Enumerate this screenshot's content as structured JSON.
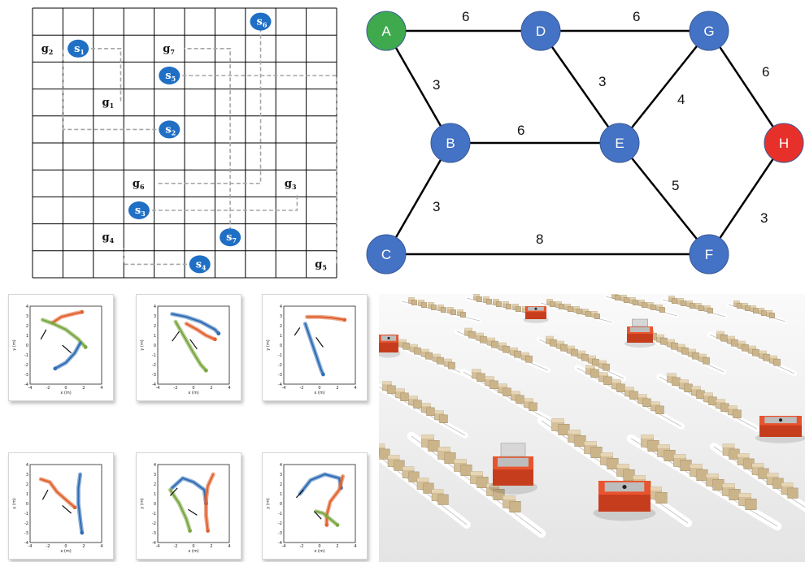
{
  "grid_panel": {
    "rows": 10,
    "cols": 10,
    "starts": [
      {
        "label": "s",
        "sub": "1",
        "col": 1,
        "row": 1
      },
      {
        "label": "s",
        "sub": "2",
        "col": 4,
        "row": 4
      },
      {
        "label": "s",
        "sub": "3",
        "col": 3,
        "row": 7
      },
      {
        "label": "s",
        "sub": "4",
        "col": 5,
        "row": 9
      },
      {
        "label": "s",
        "sub": "5",
        "col": 4,
        "row": 2
      },
      {
        "label": "s",
        "sub": "6",
        "col": 7,
        "row": 0
      },
      {
        "label": "s",
        "sub": "7",
        "col": 6,
        "row": 8
      }
    ],
    "goals": [
      {
        "label": "g",
        "sub": "1",
        "col": 2,
        "row": 3
      },
      {
        "label": "g",
        "sub": "2",
        "col": 0,
        "row": 1
      },
      {
        "label": "g",
        "sub": "3",
        "col": 8,
        "row": 6
      },
      {
        "label": "g",
        "sub": "4",
        "col": 2,
        "row": 8
      },
      {
        "label": "g",
        "sub": "5",
        "col": 9,
        "row": 9
      },
      {
        "label": "g",
        "sub": "6",
        "col": 3,
        "row": 6
      },
      {
        "label": "g",
        "sub": "7",
        "col": 4,
        "row": 1
      }
    ],
    "colors": {
      "start_fill": "#1f6fc5",
      "path": "#a6a6a6",
      "grid": "#000000"
    }
  },
  "graph_panel": {
    "nodes": [
      {
        "id": "A",
        "color": "#3fa94e"
      },
      {
        "id": "D",
        "color": "#4472c4"
      },
      {
        "id": "G",
        "color": "#4472c4"
      },
      {
        "id": "B",
        "color": "#4472c4"
      },
      {
        "id": "E",
        "color": "#4472c4"
      },
      {
        "id": "H",
        "color": "#e8302a"
      },
      {
        "id": "C",
        "color": "#4472c4"
      },
      {
        "id": "F",
        "color": "#4472c4"
      }
    ],
    "edges": [
      {
        "from": "A",
        "to": "D",
        "weight": "6"
      },
      {
        "from": "D",
        "to": "G",
        "weight": "6"
      },
      {
        "from": "A",
        "to": "B",
        "weight": "3"
      },
      {
        "from": "D",
        "to": "E",
        "weight": "3"
      },
      {
        "from": "G",
        "to": "E",
        "weight": "4"
      },
      {
        "from": "G",
        "to": "H",
        "weight": "6"
      },
      {
        "from": "B",
        "to": "E",
        "weight": "6"
      },
      {
        "from": "B",
        "to": "C",
        "weight": "3"
      },
      {
        "from": "E",
        "to": "F",
        "weight": "5"
      },
      {
        "from": "H",
        "to": "F",
        "weight": "3"
      },
      {
        "from": "C",
        "to": "F",
        "weight": "8"
      }
    ]
  },
  "trajectory_plots": {
    "xlabel": "x (m)",
    "ylabel": "y (m)",
    "ticks": [
      "-4",
      "-2",
      "0",
      "2",
      "4"
    ],
    "yticks": [
      "4",
      "3",
      "2",
      "1",
      "0",
      "-1",
      "-2",
      "-3",
      "-4"
    ],
    "colors": {
      "blue": "#2f6db5",
      "orange": "#e0622f",
      "green": "#7aa640"
    },
    "plots": [
      {
        "series": [
          {
            "color": "orange",
            "pts": [
              [
                -1.5,
                2.3
              ],
              [
                -0.5,
                2.9
              ],
              [
                0.8,
                3.2
              ],
              [
                1.8,
                3.4
              ]
            ]
          },
          {
            "color": "green",
            "pts": [
              [
                -2.6,
                2.6
              ],
              [
                -1.4,
                2.2
              ],
              [
                0,
                1.6
              ],
              [
                1.4,
                0.6
              ],
              [
                2.2,
                -0.2
              ]
            ]
          },
          {
            "color": "blue",
            "pts": [
              [
                1.6,
                0.2
              ],
              [
                1.0,
                -0.8
              ],
              [
                0,
                -1.8
              ],
              [
                -1.2,
                -2.4
              ]
            ]
          }
        ],
        "bars": [
          [
            [
              -2.2,
              1.6
            ],
            [
              -2.8,
              0.6
            ]
          ],
          [
            [
              -0.4,
              0.0
            ],
            [
              0.6,
              -0.8
            ]
          ]
        ]
      },
      {
        "series": [
          {
            "color": "blue",
            "pts": [
              [
                -2.4,
                3.2
              ],
              [
                -0.8,
                2.9
              ],
              [
                0.8,
                2.4
              ],
              [
                2.4,
                1.6
              ],
              [
                2.8,
                1.2
              ]
            ]
          },
          {
            "color": "orange",
            "pts": [
              [
                -0.8,
                2.2
              ],
              [
                0.4,
                1.6
              ],
              [
                1.4,
                1.0
              ],
              [
                2.4,
                0.6
              ]
            ]
          },
          {
            "color": "green",
            "pts": [
              [
                -2.0,
                2.4
              ],
              [
                -1.0,
                0.8
              ],
              [
                0,
                -0.8
              ],
              [
                0.8,
                -2.0
              ],
              [
                1.4,
                -2.6
              ]
            ]
          }
        ],
        "bars": [
          [
            [
              -1.6,
              1.4
            ],
            [
              -2.4,
              0.4
            ]
          ],
          [
            [
              -0.4,
              0.6
            ],
            [
              0.4,
              -0.4
            ]
          ]
        ]
      },
      {
        "series": [
          {
            "color": "orange",
            "pts": [
              [
                -1.4,
                2.9
              ],
              [
                0,
                2.9
              ],
              [
                1.4,
                2.8
              ],
              [
                2.8,
                2.6
              ]
            ]
          },
          {
            "color": "blue",
            "pts": [
              [
                -1.6,
                2.2
              ],
              [
                -1.0,
                0.6
              ],
              [
                -0.4,
                -1.0
              ],
              [
                0.2,
                -2.6
              ],
              [
                0.4,
                -3.0
              ]
            ]
          }
        ],
        "bars": [
          [
            [
              -2.2,
              1.8
            ],
            [
              -2.8,
              1.0
            ]
          ],
          [
            [
              -0.4,
              0.8
            ],
            [
              0.4,
              -0.2
            ]
          ]
        ]
      },
      {
        "series": [
          {
            "color": "orange",
            "pts": [
              [
                -2.8,
                2.5
              ],
              [
                -1.8,
                2.2
              ],
              [
                -1.0,
                1.2
              ],
              [
                0,
                0.4
              ],
              [
                1.0,
                -0.4
              ]
            ]
          },
          {
            "color": "blue",
            "pts": [
              [
                1.6,
                3.0
              ],
              [
                1.4,
                1.6
              ],
              [
                1.4,
                0
              ],
              [
                1.6,
                -1.6
              ],
              [
                1.8,
                -3.0
              ]
            ]
          }
        ],
        "bars": [
          [
            [
              -2.0,
              1.4
            ],
            [
              -2.6,
              0.4
            ]
          ],
          [
            [
              -0.4,
              -0.2
            ],
            [
              0.6,
              -1.0
            ]
          ]
        ]
      },
      {
        "series": [
          {
            "color": "blue",
            "pts": [
              [
                -2.4,
                1.6
              ],
              [
                -1.2,
                2.6
              ],
              [
                0,
                2.2
              ],
              [
                1.2,
                1.4
              ],
              [
                1.4,
                0
              ]
            ]
          },
          {
            "color": "green",
            "pts": [
              [
                -2.6,
                1.4
              ],
              [
                -1.6,
                0
              ],
              [
                -0.8,
                -1.6
              ],
              [
                -0.4,
                -2.8
              ]
            ]
          },
          {
            "color": "orange",
            "pts": [
              [
                2.2,
                3.0
              ],
              [
                1.6,
                1.8
              ],
              [
                1.4,
                0.4
              ],
              [
                1.4,
                -1.2
              ],
              [
                1.6,
                -2.8
              ]
            ]
          }
        ],
        "bars": [
          [
            [
              -1.8,
              1.6
            ],
            [
              -2.6,
              0.8
            ]
          ],
          [
            [
              -0.6,
              -0.6
            ],
            [
              0.4,
              -1.2
            ]
          ]
        ]
      },
      {
        "series": [
          {
            "color": "blue",
            "pts": [
              [
                -2.2,
                1.0
              ],
              [
                -1.0,
                2.4
              ],
              [
                0.6,
                3.0
              ],
              [
                2.2,
                2.6
              ],
              [
                2.4,
                1.6
              ]
            ]
          },
          {
            "color": "orange",
            "pts": [
              [
                2.6,
                2.8
              ],
              [
                2.2,
                1.4
              ],
              [
                1.2,
                0.2
              ],
              [
                0.8,
                -1.2
              ],
              [
                0.8,
                -2.2
              ]
            ]
          },
          {
            "color": "green",
            "pts": [
              [
                -0.4,
                -0.8
              ],
              [
                0.4,
                -1.0
              ],
              [
                1.2,
                -1.6
              ],
              [
                2.0,
                -2.2
              ]
            ]
          }
        ],
        "bars": [
          [
            [
              -1.8,
              1.4
            ],
            [
              -2.6,
              0.6
            ]
          ],
          [
            [
              -0.6,
              -0.8
            ],
            [
              0.2,
              -1.6
            ]
          ]
        ]
      }
    ]
  },
  "warehouse_scene": {
    "colors": {
      "floor": "#f1f1f1",
      "robot": "#e8542e",
      "box": "#d4bf98",
      "rail": "#ffffff"
    }
  }
}
